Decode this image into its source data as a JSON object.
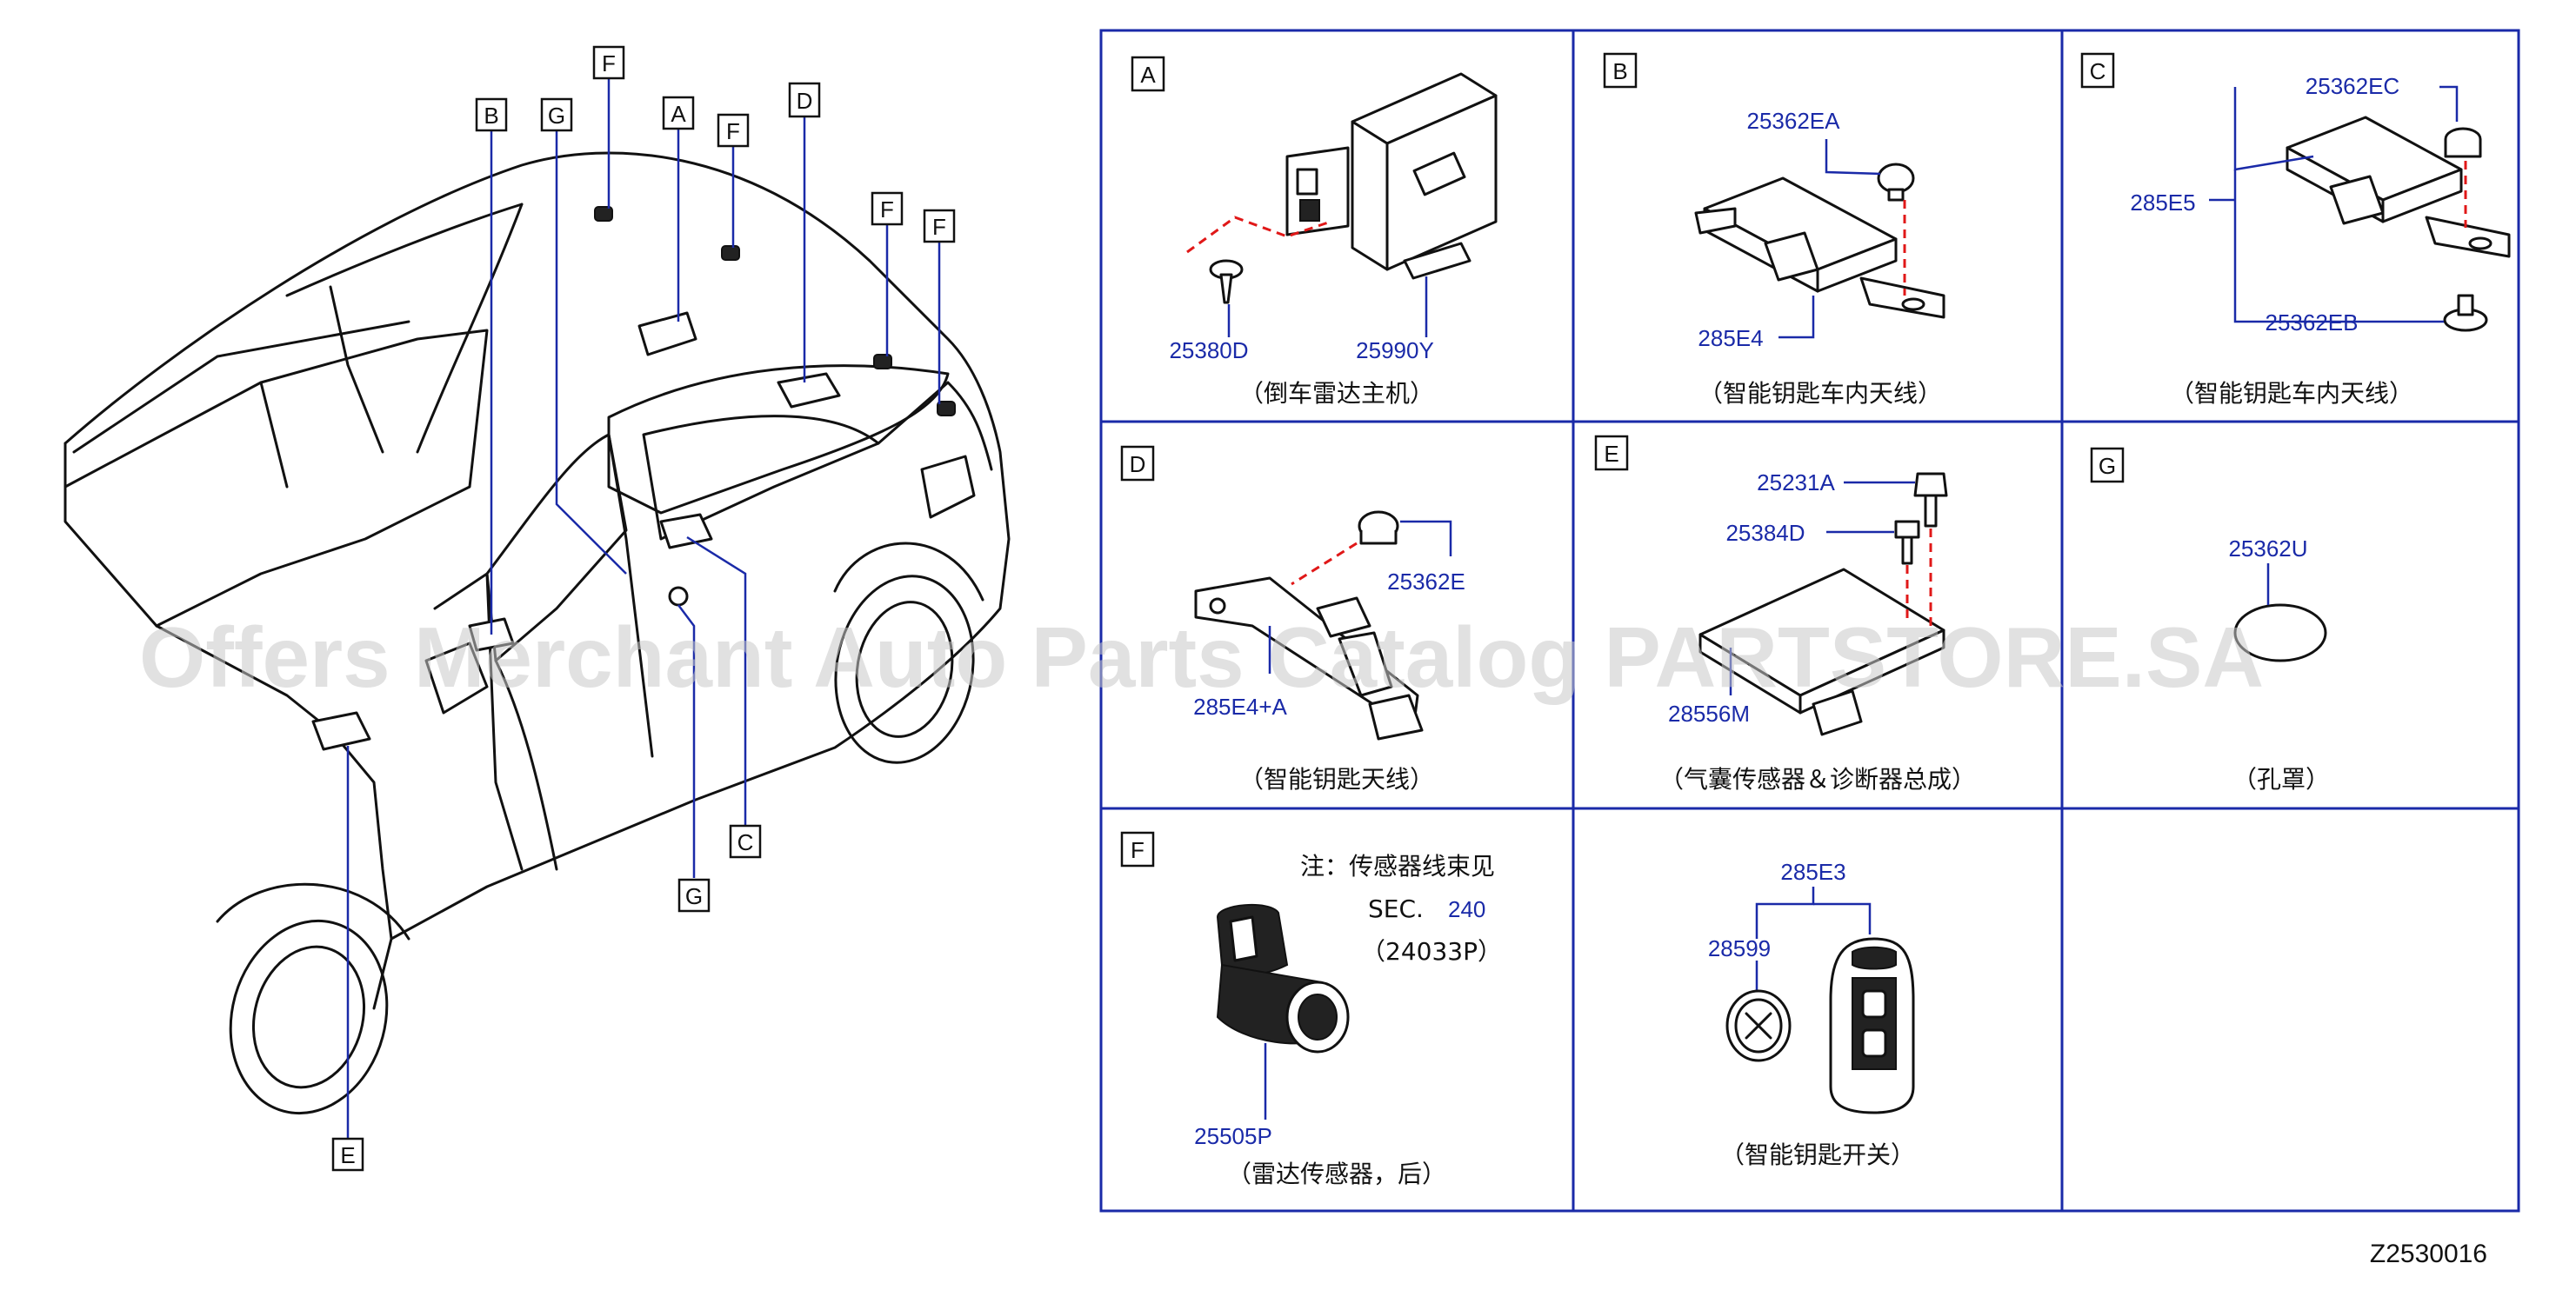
{
  "panels": [
    {
      "letter": "A",
      "parts": [
        "25380D",
        "25990Y"
      ],
      "caption": "（倒车雷达主机）"
    },
    {
      "letter": "B",
      "parts": [
        "25362EA",
        "285E4"
      ],
      "caption": "（智能钥匙车内天线）"
    },
    {
      "letter": "C",
      "parts": [
        "25362EC",
        "285E5",
        "25362EB"
      ],
      "caption": "（智能钥匙车内天线）"
    },
    {
      "letter": "D",
      "parts": [
        "25362E",
        "285E4+A"
      ],
      "caption": "（智能钥匙天线）"
    },
    {
      "letter": "E",
      "parts": [
        "25231A",
        "25384D",
        "28556M"
      ],
      "caption": "（气囊传感器＆诊断器总成）"
    },
    {
      "letter": "G",
      "parts": [
        "25362U"
      ],
      "caption": "（孔罩）"
    },
    {
      "letter": "F",
      "parts": [
        "25505P"
      ],
      "caption": "（雷达传感器，后）",
      "note": {
        "line1": "注：传感器线束见",
        "sec_label": "SEC.",
        "sec_value": "240",
        "line3": "（24033P）"
      }
    },
    {
      "parts": [
        "285E3",
        "28599"
      ],
      "caption": "（智能钥匙开关）"
    }
  ],
  "car_labels": [
    "F",
    "B",
    "G",
    "A",
    "F",
    "D",
    "F",
    "F",
    "C",
    "G",
    "E"
  ],
  "watermark": "Offers Merchant Auto Parts Catalog PARTSTORE.SA",
  "diagram_code": "Z2530016",
  "colors": {
    "leader": "#1a2aa8",
    "dashed": "#e01818",
    "grid": "#1a2aa8"
  }
}
